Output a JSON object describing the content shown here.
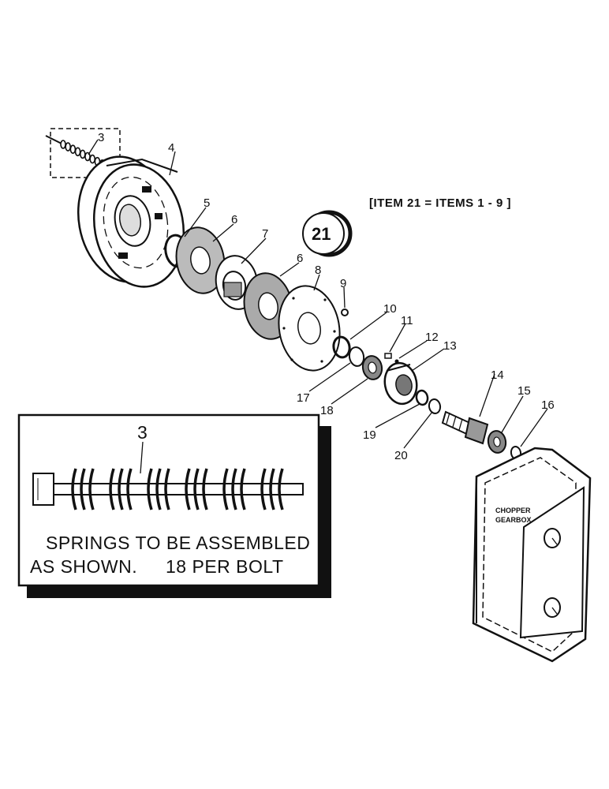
{
  "header_note": "[ITEM 21 = ITEMS 1 - 9 ]",
  "kit_badge": "21",
  "callouts": [
    "3",
    "4",
    "5",
    "6",
    "7",
    "6",
    "8",
    "9",
    "10",
    "11",
    "12",
    "13",
    "14",
    "15",
    "16",
    "17",
    "18",
    "19",
    "20"
  ],
  "inset": {
    "callout": "3",
    "line1": "SPRINGS TO BE ASSEMBLED",
    "line2": "AS SHOWN.",
    "line3": "18 PER BOLT"
  },
  "gearbox_label": [
    "CHOPPER",
    "GEARBOX"
  ]
}
